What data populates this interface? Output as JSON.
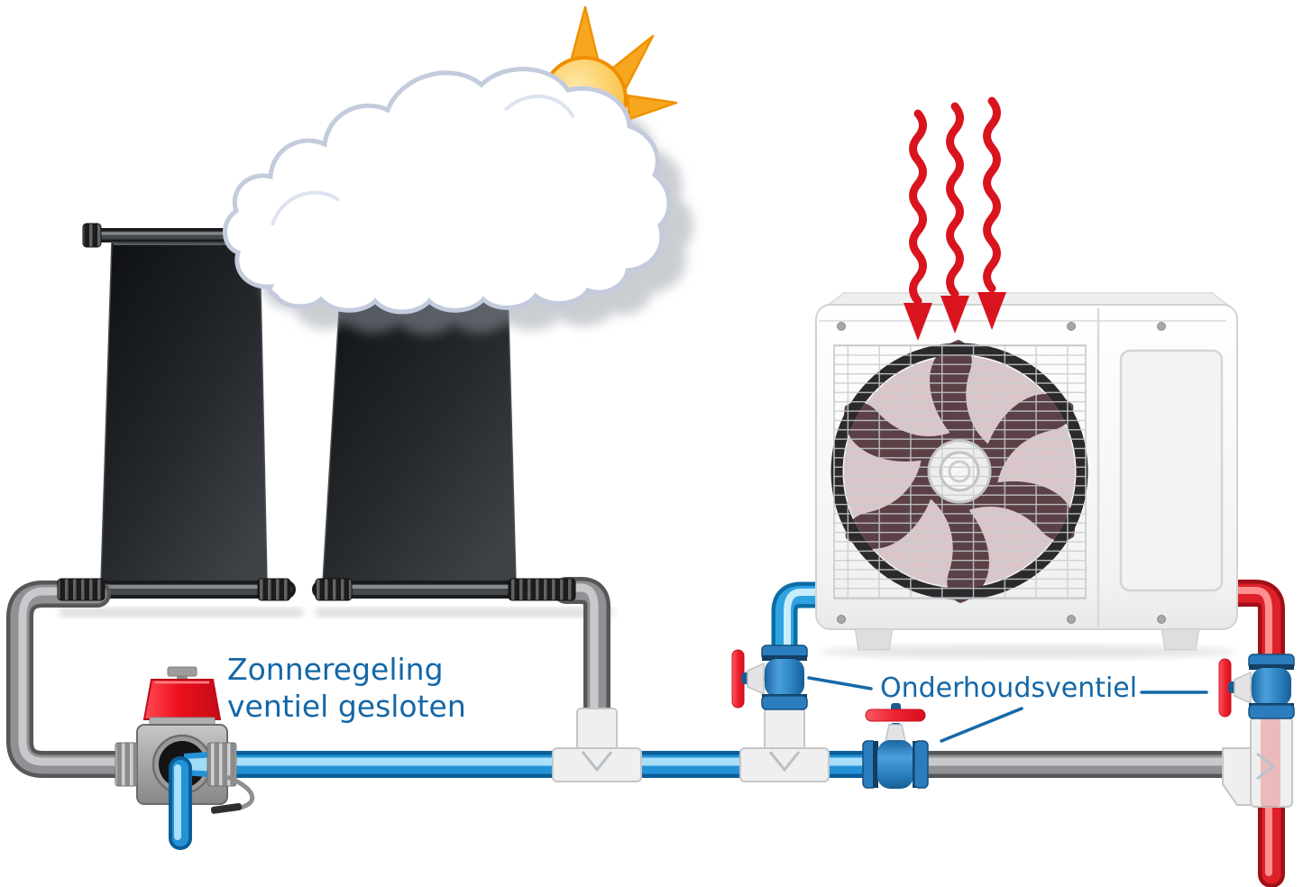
{
  "diagram": {
    "type": "solar-pool-heating-with-heat-pump-schematic",
    "labels": {
      "solar_valve_line1": "Zonneregeling",
      "solar_valve_line2": "ventiel gesloten",
      "maintenance_valve": "Onderhoudsventiel"
    },
    "colors": {
      "label_text": "#1467a7",
      "leader_line": "#1568a8",
      "pipe_cold_blue": "#2492d6",
      "pipe_heatpump_blue": "#2fa3e2",
      "pipe_hot_red": "#de2129",
      "pipe_gray": "#909194",
      "valve_body_blue": "#2c7dbd",
      "valve_handle_red": "#ee2230",
      "actuator_red": "#ee0f1d",
      "solar_panel_black": "#24282c",
      "heat_pump_white": "#f6f6f6",
      "sun_orange": "#f7a71f",
      "cloud_outline": "#c3cbdd",
      "heat_arrow_red": "#d9141f"
    },
    "components": [
      {
        "name": "solar-collector-panel-left",
        "kind": "solar absorber panel"
      },
      {
        "name": "solar-collector-panel-right",
        "kind": "solar absorber panel"
      },
      {
        "name": "cloud",
        "kind": "weather symbol"
      },
      {
        "name": "sun",
        "kind": "weather symbol"
      },
      {
        "name": "heat-pump-unit",
        "kind": "outdoor heat pump with fan"
      },
      {
        "name": "heat-arrows",
        "kind": "three red wavy arrows into heat pump"
      },
      {
        "name": "three-way-valve",
        "kind": "motorized solar control valve, red actuator, closed"
      },
      {
        "name": "maintenance-valve-heatpump-supply",
        "kind": "blue valve with red handle on blue riser"
      },
      {
        "name": "maintenance-valve-main-line",
        "kind": "blue valve with red handle on horizontal line"
      },
      {
        "name": "maintenance-valve-return",
        "kind": "blue valve with red handle on red riser"
      },
      {
        "name": "tee-fitting-solar",
        "kind": "white tee"
      },
      {
        "name": "tee-fitting-heatpump",
        "kind": "white tee"
      },
      {
        "name": "tee-fitting-return",
        "kind": "white tee"
      }
    ]
  }
}
